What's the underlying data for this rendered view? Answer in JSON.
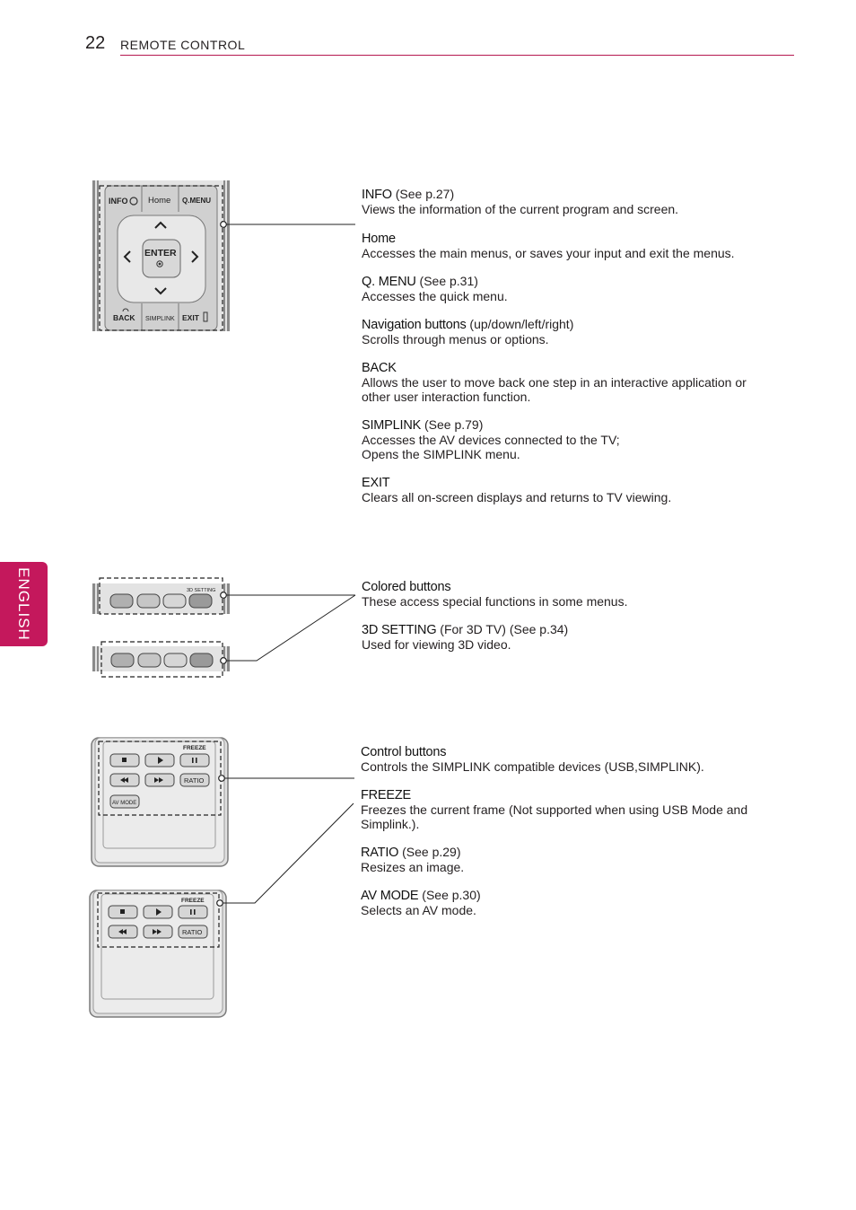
{
  "header": {
    "page_number": "22",
    "title": "REMOTE CONTROL"
  },
  "side_tab": {
    "label": "ENGLISH"
  },
  "remote_labels": {
    "info": "INFO",
    "home": "Home",
    "qmenu": "Q.MENU",
    "enter": "ENTER",
    "back": "BACK",
    "simplink": "SIMPLINK",
    "exit": "EXIT",
    "setting_3d": "3D SETTING",
    "freeze": "FREEZE",
    "ratio": "RATIO",
    "av_mode": "AV MODE"
  },
  "section1": [
    {
      "title": "INFO",
      "ref": "(See p.27)",
      "lines": [
        "Views the information of the current program and screen."
      ]
    },
    {
      "title": "Home",
      "ref": "",
      "lines": [
        "Accesses the main menus, or saves your input and exit the menus."
      ]
    },
    {
      "title": "Q. MENU",
      "ref": "(See p.31)",
      "lines": [
        "Accesses the quick menu."
      ]
    },
    {
      "title": "Navigation buttons",
      "ref": "(up/down/left/right)",
      "lines": [
        "Scrolls through menus or options."
      ]
    },
    {
      "title": "BACK",
      "ref": "",
      "lines": [
        "Allows the user to move back one step in an interactive application or",
        "other user interaction function."
      ]
    },
    {
      "title": "SIMPLINK",
      "ref": "(See p.79)",
      "lines": [
        "Accesses the AV devices connected to the TV;",
        "Opens the SIMPLINK menu."
      ]
    },
    {
      "title": "EXIT",
      "ref": "",
      "lines": [
        "Clears all on-screen displays and returns to TV viewing."
      ]
    }
  ],
  "section2": [
    {
      "title": "Colored buttons",
      "ref": "",
      "lines": [
        "These access special functions in some menus."
      ]
    },
    {
      "title": "3D SETTING",
      "ref": "(For 3D TV) (See p.34)",
      "lines": [
        "Used for viewing 3D video."
      ]
    }
  ],
  "section3": [
    {
      "title": "Control buttons",
      "ref": "",
      "lines": [
        "Controls the SIMPLINK compatible devices (USB,SIMPLINK)."
      ]
    },
    {
      "title": "FREEZE",
      "ref": "",
      "lines": [
        "Freezes the current frame (Not supported when using USB Mode and",
        "Simplink.)."
      ]
    },
    {
      "title": "RATIO",
      "ref": "(See p.29)",
      "lines": [
        "Resizes an image."
      ]
    },
    {
      "title": "AV MODE",
      "ref": "(See p.30)",
      "lines": [
        "Selects an AV mode."
      ]
    }
  ]
}
